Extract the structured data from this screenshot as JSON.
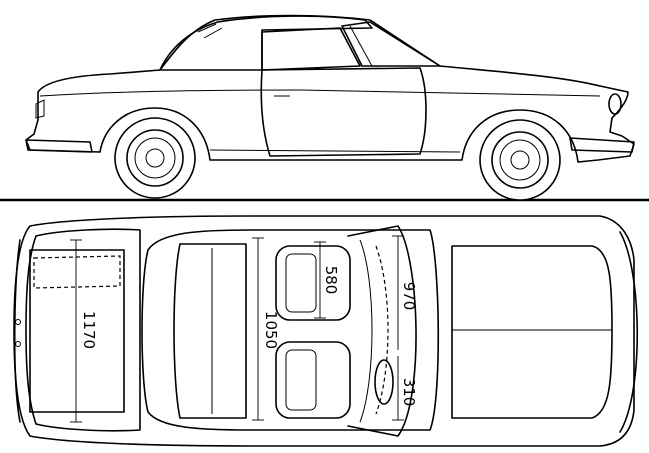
{
  "blueprint": {
    "views": [
      "side-view",
      "top-view"
    ],
    "dimensions": {
      "rear_length": "1170",
      "cabin_length": "1050",
      "front_seat_depth": "580",
      "front_to_windshield": "970",
      "seat_gap": "310"
    }
  }
}
